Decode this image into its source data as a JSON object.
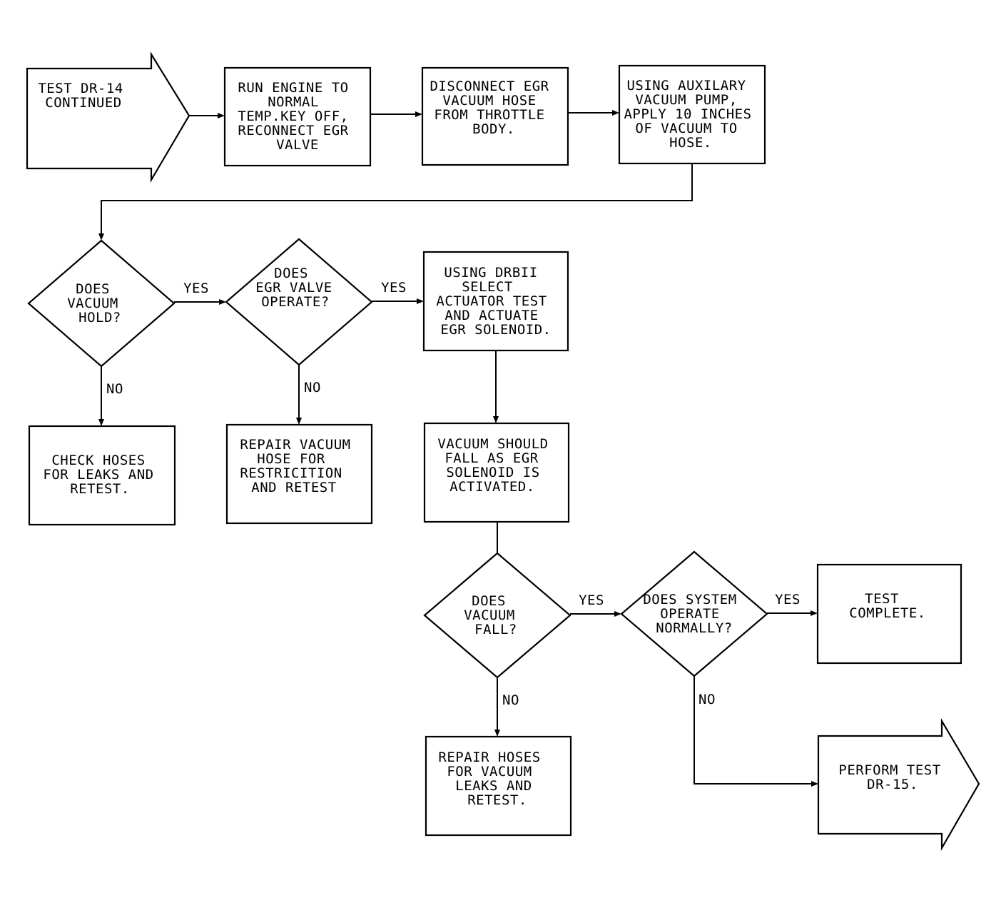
{
  "nodes": {
    "start": [
      "TEST DR-14",
      "CONTINUED"
    ],
    "run_engine": [
      "RUN ENGINE TO",
      "NORMAL",
      "TEMP.KEY OFF,",
      "RECONNECT EGR",
      "VALVE"
    ],
    "disconnect": [
      "DISCONNECT EGR",
      "VACUUM HOSE",
      "FROM THROTTLE",
      "BODY."
    ],
    "aux_pump": [
      "USING AUXILARY",
      "VACUUM PUMP,",
      "APPLY 10 INCHES",
      "OF VACUUM TO",
      "HOSE."
    ],
    "vacuum_hold": [
      "DOES",
      "VACUUM",
      "HOLD?"
    ],
    "egr_operate": [
      "DOES",
      "EGR VALVE",
      "OPERATE?"
    ],
    "drbii": [
      "USING DRBII",
      "SELECT",
      "ACTUATOR TEST",
      "AND ACTUATE",
      "EGR SOLENOID."
    ],
    "check_hoses": [
      "CHECK HOSES",
      "FOR LEAKS AND",
      "RETEST."
    ],
    "repair_vacuum_hose": [
      "REPAIR VACUUM",
      "HOSE FOR",
      "RESTRICITION",
      "AND RETEST"
    ],
    "vacuum_should_fall": [
      "VACUUM SHOULD",
      "FALL AS EGR",
      "SOLENOID IS",
      "ACTIVATED."
    ],
    "vacuum_fall": [
      "DOES",
      "VACUUM",
      "FALL?"
    ],
    "system_normal": [
      "DOES SYSTEM",
      "OPERATE",
      "NORMALLY?"
    ],
    "test_complete": [
      "TEST",
      "COMPLETE."
    ],
    "repair_hoses": [
      "REPAIR HOSES",
      "FOR VACUUM",
      "LEAKS AND",
      "RETEST."
    ],
    "perform_test": [
      "PERFORM TEST",
      "DR-15."
    ]
  },
  "edge_labels": {
    "hold_yes": "YES",
    "hold_no": "NO",
    "operate_yes": "YES",
    "operate_no": "NO",
    "fall_yes": "YES",
    "fall_no": "NO",
    "normal_yes": "YES",
    "normal_no": "NO"
  }
}
